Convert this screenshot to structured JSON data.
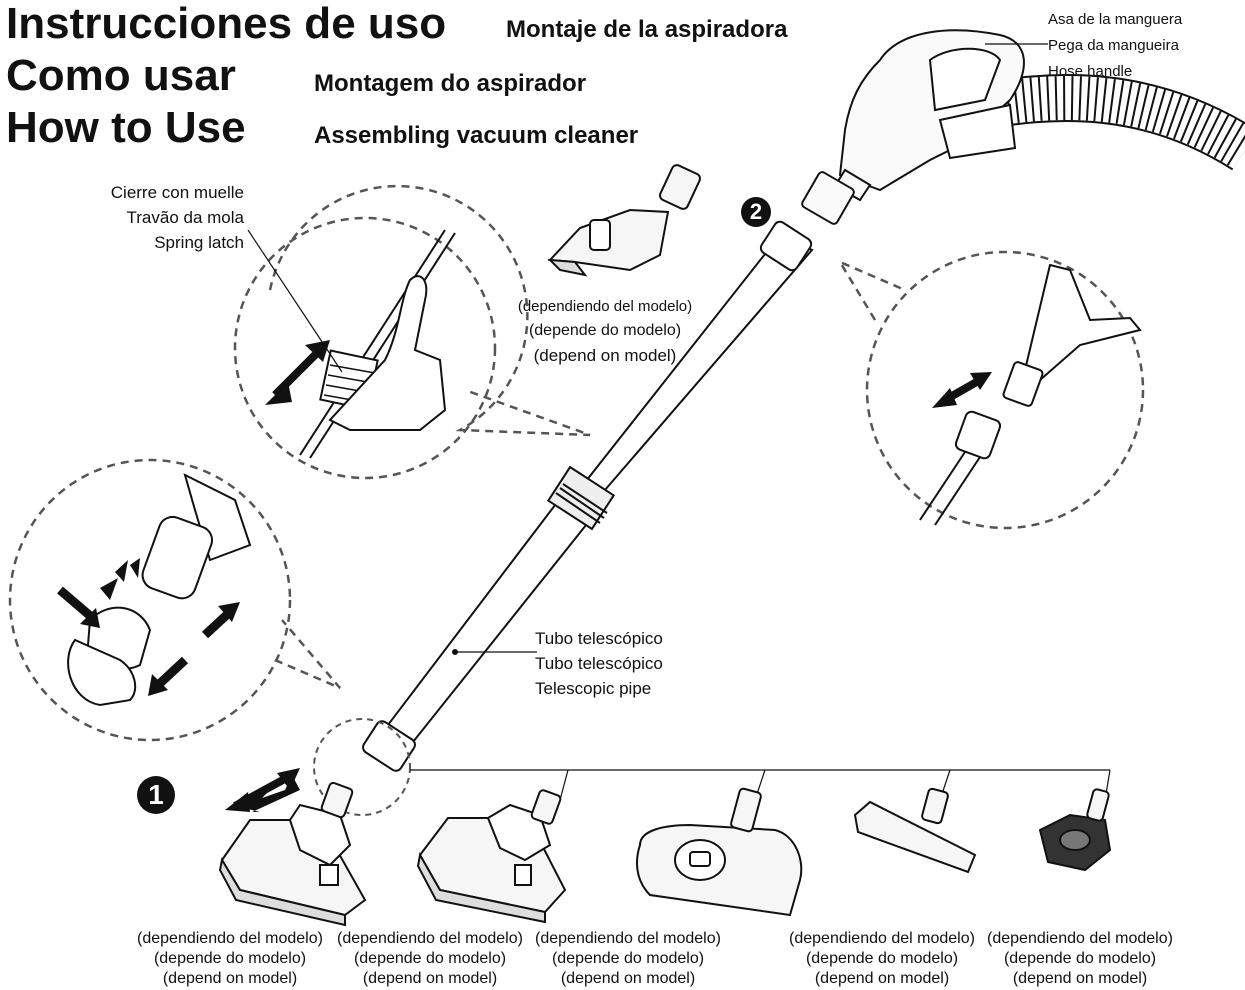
{
  "headings": {
    "es": "Instrucciones de uso",
    "pt": "Como usar",
    "en": "How to Use"
  },
  "subheadings": {
    "es": "Montaje de la aspiradora",
    "pt": "Montagem do aspirador",
    "en": "Assembling vacuum cleaner"
  },
  "hose_handle": {
    "es": "Asa de la manguera",
    "pt": "Pega da mangueira",
    "en": "Hose handle"
  },
  "spring_latch": {
    "es": "Cierre con muelle",
    "pt": "Travão da mola",
    "en": "Spring latch"
  },
  "telescopic_pipe": {
    "es": "Tubo telescópico",
    "pt": "Tubo telescópico",
    "en": "Telescopic pipe"
  },
  "model_note": {
    "es": "(dependiendo del modelo)",
    "pt": "(depende do modelo)",
    "en": "(depend on model)"
  },
  "steps": {
    "step1": "❶",
    "step2": "❷"
  },
  "nozzles": [
    {
      "id": "carpet-floor-nozzle-1"
    },
    {
      "id": "carpet-floor-nozzle-2"
    },
    {
      "id": "turbo-brush"
    },
    {
      "id": "parquet-nozzle"
    },
    {
      "id": "mini-turbo-nozzle"
    }
  ],
  "colors": {
    "ink": "#111111",
    "dash": "#555555",
    "fill": "#f2f2f2"
  }
}
